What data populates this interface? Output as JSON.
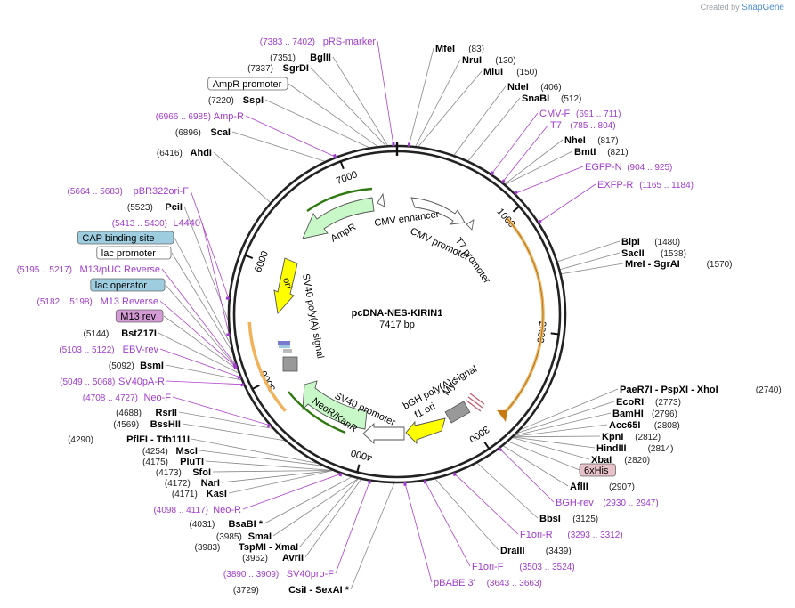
{
  "credit": {
    "prefix": "Created by",
    "brand": "SnapGene"
  },
  "plasmid": {
    "name": "pcDNA-NES-KIRIN1",
    "length_label": "7417 bp"
  },
  "ticks": [
    "1000",
    "2000",
    "3000",
    "4000",
    "5000",
    "6000",
    "7000"
  ],
  "inner_features": [
    {
      "label": "CMV enhancer"
    },
    {
      "label": "CMV promoter"
    },
    {
      "label": "T7 promoter"
    },
    {
      "label": "AmpR"
    },
    {
      "label": "ori"
    },
    {
      "label": "SV40 poly(A) signal"
    },
    {
      "label": "bGH poly(A) signal"
    },
    {
      "label": "f1 ori"
    },
    {
      "label": "Myc"
    },
    {
      "label": "SV40 promoter"
    },
    {
      "label": "NeoR/KanR"
    }
  ],
  "right_labels": [
    {
      "name": "MfeI",
      "pos": "(83)"
    },
    {
      "name": "NruI",
      "pos": "(130)"
    },
    {
      "name": "MluI",
      "pos": "(150)"
    },
    {
      "name": "NdeI",
      "pos": "(406)"
    },
    {
      "name": "SnaBI",
      "pos": "(512)"
    },
    {
      "feature": "CMV-F",
      "pos": "(691 .. 711)"
    },
    {
      "feature": "T7",
      "pos": "(785 .. 804)"
    },
    {
      "name": "NheI",
      "pos": "(817)"
    },
    {
      "name": "BmtI",
      "pos": "(821)"
    },
    {
      "feature": "EGFP-N",
      "pos": "(904 .. 925)"
    },
    {
      "feature": "EXFP-R",
      "pos": "(1165 .. 1184)"
    },
    {
      "name": "BlpI",
      "pos": "(1480)"
    },
    {
      "name": "SacII",
      "pos": "(1538)"
    },
    {
      "name": "MreI - SgrAI",
      "pos": "(1570)"
    },
    {
      "name": "PaeR7I - PspXI - XhoI",
      "pos": "(2740)"
    },
    {
      "name": "EcoRI",
      "pos": "(2773)"
    },
    {
      "name": "BamHI",
      "pos": "(2796)"
    },
    {
      "name": "Acc65I",
      "pos": "(2808)"
    },
    {
      "name": "KpnI",
      "pos": "(2812)"
    },
    {
      "name": "HindIII",
      "pos": "(2814)"
    },
    {
      "name": "XbaI",
      "pos": "(2820)"
    },
    {
      "boxed": "6xHis"
    },
    {
      "name": "AflII",
      "pos": "(2907)"
    },
    {
      "feature": "BGH-rev",
      "pos": "(2930 .. 2947)"
    },
    {
      "name": "BbsI",
      "pos": "(3125)"
    },
    {
      "feature": "F1ori-R",
      "pos": "(3293 .. 3312)"
    },
    {
      "name": "DraIII",
      "pos": "(3439)"
    },
    {
      "feature": "F1ori-F",
      "pos": "(3503 .. 3524)"
    },
    {
      "feature": "pBABE 3'",
      "pos": "(3643 .. 3663)"
    }
  ],
  "left_labels": [
    {
      "pos": "(7383 .. 7402)",
      "feature": "pRS-marker"
    },
    {
      "pos": "(7351)",
      "name": "BglII"
    },
    {
      "pos": "(7337)",
      "name": "SgrDI"
    },
    {
      "boxed": "AmpR promoter"
    },
    {
      "pos": "(7220)",
      "name": "SspI"
    },
    {
      "pos": "(6966 .. 6985)",
      "feature": "Amp-R"
    },
    {
      "pos": "(6896)",
      "name": "ScaI"
    },
    {
      "pos": "(6416)",
      "name": "AhdI"
    },
    {
      "pos": "(5664 .. 5683)",
      "feature": "pBR322ori-F"
    },
    {
      "pos": "(5523)",
      "name": "PciI"
    },
    {
      "pos": "(5413 .. 5430)",
      "feature": "L4440"
    },
    {
      "boxed": "CAP binding site"
    },
    {
      "boxed": "lac promoter"
    },
    {
      "pos": "(5195 .. 5217)",
      "feature": "M13/pUC Reverse"
    },
    {
      "boxed": "lac operator"
    },
    {
      "pos": "(5182 .. 5198)",
      "feature": "M13 Reverse"
    },
    {
      "boxed": "M13 rev"
    },
    {
      "pos": "(5144)",
      "name": "BstZ17I"
    },
    {
      "pos": "(5103 .. 5122)",
      "feature": "EBV-rev"
    },
    {
      "pos": "(5092)",
      "name": "BsmI"
    },
    {
      "pos": "(5049 .. 5068)",
      "feature": "SV40pA-R"
    },
    {
      "pos": "(4708 .. 4727)",
      "feature": "Neo-F"
    },
    {
      "pos": "(4688)",
      "name": "RsrII"
    },
    {
      "pos": "(4569)",
      "name": "BssHII"
    },
    {
      "pos": "(4290)",
      "name": "PflFI - Tth111I"
    },
    {
      "pos": "(4254)",
      "name": "MscI"
    },
    {
      "pos": "(4175)",
      "name": "PluTI"
    },
    {
      "pos": "(4173)",
      "name": "SfoI"
    },
    {
      "pos": "(4172)",
      "name": "NarI"
    },
    {
      "pos": "(4171)",
      "name": "KasI"
    },
    {
      "pos": "(4098 .. 4117)",
      "feature": "Neo-R"
    },
    {
      "pos": "(4031)",
      "name": "BsaBI *"
    },
    {
      "pos": "(3985)",
      "name": "SmaI"
    },
    {
      "pos": "(3983)",
      "name": "TspMI - XmaI"
    },
    {
      "pos": "(3962)",
      "name": "AvrII"
    },
    {
      "pos": "(3890 .. 3909)",
      "feature": "SV40pro-F"
    },
    {
      "pos": "(3729)",
      "name": "CsiI - SexAI *"
    }
  ],
  "colors": {
    "feature_text": "#a03ccc",
    "promoter_fill": "#ffffff",
    "ampr_fill": "#c8f7c8",
    "ori_fill": "#ffff00",
    "kirin_orange": "#f0b25a",
    "box_blue": "#9ecde0",
    "box_pink": "#d59bd6",
    "box_his": "#e7c1c9"
  }
}
